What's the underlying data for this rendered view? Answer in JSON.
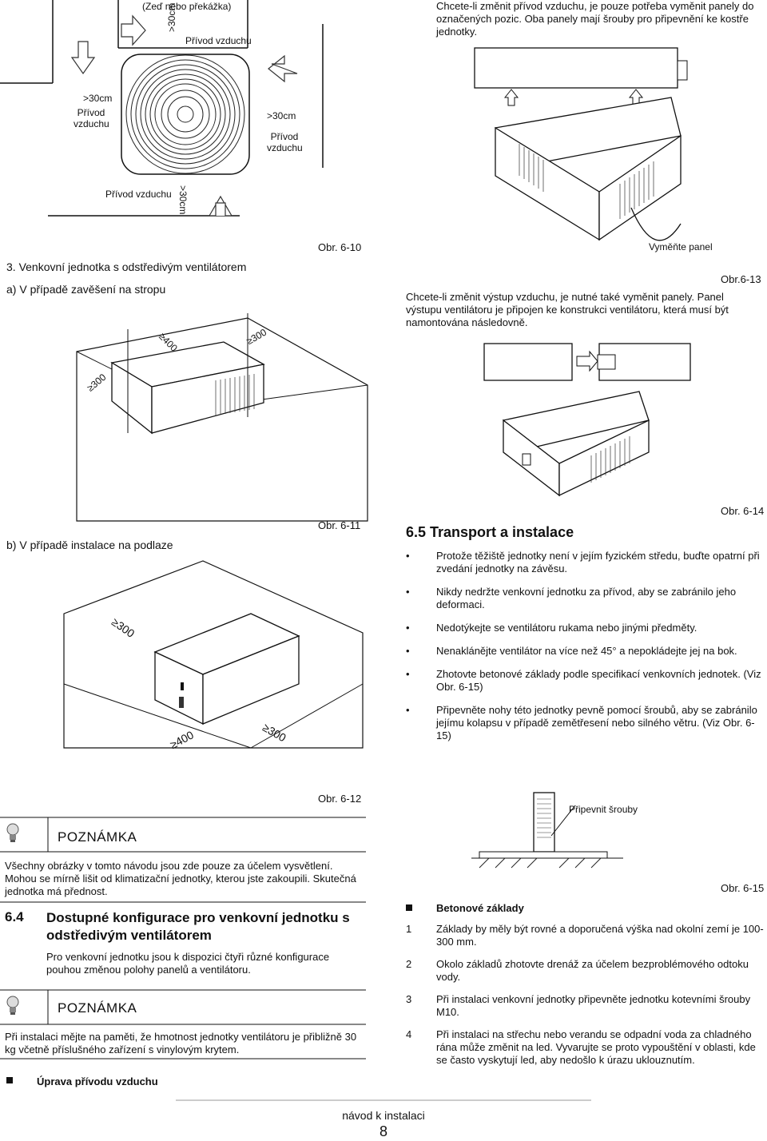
{
  "fig610": {
    "wall_label": "(Zeď nebo překážka)",
    "dist_top": ">30cm",
    "intake_top": "Přívod vzduchu",
    "dist_left": ">30cm",
    "intake_left": "Přívod vzduchu",
    "dist_right": ">30cm",
    "intake_right": "Přívod vzduchu",
    "intake_bottom": "Přívod vzduchu",
    "dist_bottom": ">30cm",
    "caption": "Obr. 6-10"
  },
  "right_top": {
    "text": "Chcete-li změnit přívod vzduchu, je pouze potřeba vyměnit panely do označených pozic. Oba panely mají šrouby pro připevnění ke kostře jednotky.",
    "replace_label": "Vyměňte panel",
    "caption": "Obr.6-13",
    "text2": "Chcete-li změnit výstup vzduchu, je nutné také vyměnit panely. Panel výstupu ventilátoru je připojen ke konstrukci ventilátoru, která musí být namontována následovně.",
    "caption14": "Obr. 6-14"
  },
  "section3": {
    "heading": "3.  Venkovní jednotka s odstředivým ventilátorem",
    "a": "a)   V případě zavěšení na stropu",
    "d1": "≥400",
    "d2": "≥300",
    "d3": "≥300",
    "caption": "Obr. 6-11",
    "b": "b)   V případě instalace na podlaze",
    "e1": "≥300",
    "e2": "≥400",
    "e3": "≥300",
    "caption12": "Obr. 6-12"
  },
  "note1": {
    "title": "POZNÁMKA",
    "text": "Všechny obrázky v tomto návodu jsou zde pouze za účelem vysvětlení. Mohou se mírně lišit od klimatizační jednotky, kterou jste zakoupili. Skutečná jednotka má přednost."
  },
  "section64": {
    "num": "6.4",
    "title": "Dostupné konfigurace pro venkovní jednotku s odstředivým ventilátorem",
    "text": "Pro venkovní jednotku jsou k dispozici čtyři různé konfigurace pouhou změnou polohy panelů a ventilátoru."
  },
  "note2": {
    "title": "POZNÁMKA",
    "text": "Při instalaci mějte na paměti, že hmotnost jednotky ventilátoru je přibližně 30 kg včetně příslušného zařízení s vinylovým krytem."
  },
  "upravy": "Úprava přívodu vzduchu",
  "section65": {
    "title": "6.5  Transport a instalace",
    "bullets": [
      "Protože těžiště jednotky není v jejím fyzickém středu, buďte opatrní při zvedání jednotky na závěsu.",
      "Nikdy nedržte venkovní jednotku za přívod, aby se zabránilo jeho deformaci.",
      "Nedotýkejte se ventilátoru rukama nebo jinými předměty.",
      "Nenaklánějte ventilátor na více než 45° a nepokládejte jej na bok.",
      "Zhotovte betonové základy podle specifikací venkovních jednotek. (Viz Obr. 6-15)",
      "Připevněte nohy této jednotky pevně pomocí šroubů, aby se zabránilo jejímu kolapsu v případě zemětřesení nebo silného větru. (Viz Obr. 6-15)"
    ],
    "screw_label": "Připevnit šrouby",
    "caption15": "Obr. 6-15",
    "concrete": "Betonové základy",
    "steps": [
      {
        "n": "1",
        "t": "Základy by měly být rovné a doporučená výška nad okolní zemí je 100-300 mm."
      },
      {
        "n": "2",
        "t": "Okolo základů zhotovte drenáž za účelem bezproblémového odtoku vody."
      },
      {
        "n": "3",
        "t": "Při instalaci venkovní jednotky připevněte jednotku kotevními šrouby M10."
      },
      {
        "n": "4",
        "t": "Při instalaci na střechu nebo verandu se odpadní voda za chladného rána může změnit na led. Vyvarujte se proto vypouštění v oblasti, kde se často vyskytují led, aby nedošlo k úrazu uklouznutím."
      }
    ]
  },
  "footer": {
    "label": "návod k instalaci",
    "page": "8"
  }
}
